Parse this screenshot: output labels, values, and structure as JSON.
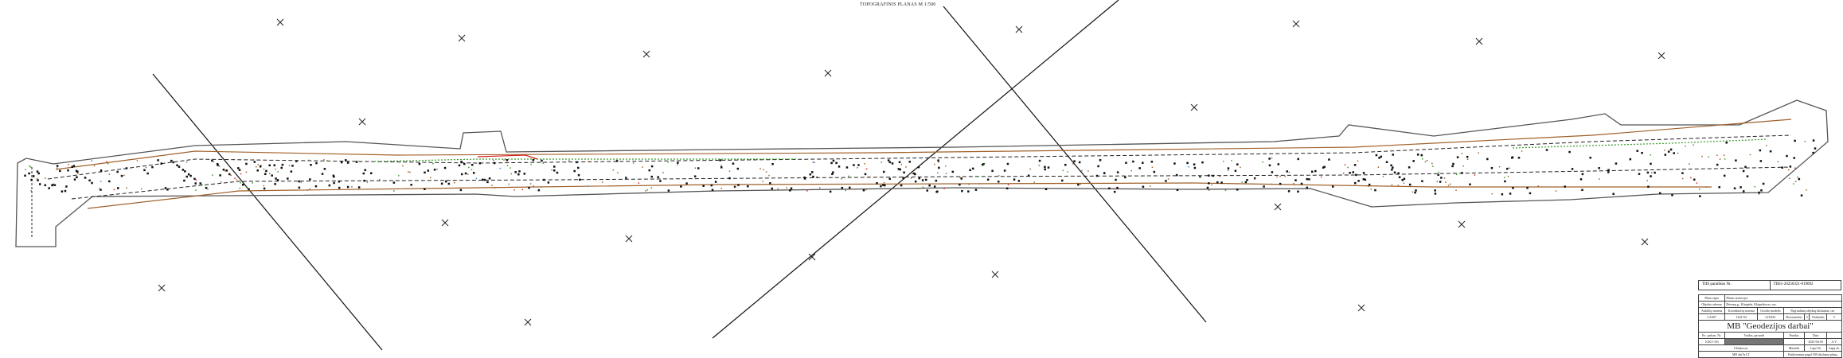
{
  "drawing": {
    "title": "TOPOGRAFINIS PLANAS M 1:500",
    "colors": {
      "outline": "#555555",
      "road": "#222222",
      "utility": "#a0602a",
      "green": "#3a9a2a",
      "red": "#d82020",
      "blue": "#2a8ad8"
    }
  },
  "title_block": {
    "tiis_label": "TIIS paraiškos Nr.",
    "tiis_value": "TIIS1-20250321-019092",
    "plan_type_label": "Plano tipas",
    "plan_type_value": "Planas teritorijos",
    "address_label": "Objekto adresas",
    "address_value": "Dėvenų g., Klaipėda, Klaipėdos m. sav.",
    "height_system_label": "Aukščių sistema",
    "coord_system_label": "Koordinačių sistema",
    "geoid_label": "Geoido modelis",
    "accuracy_label": "Pagrindinių objektų tikslumas, cm",
    "height_system_value": "LAS07",
    "coord_system_value": "LKS-94",
    "geoid_value": "LIT20G",
    "horizontal_label": "Horizontalus",
    "horizontal_value": "5",
    "vertical_label": "Vertikalus",
    "vertical_value": "5",
    "company": "MB \"Geodezijos darbai\"",
    "cert_label": "Kv. pažym. Nr.",
    "name_label": "Vardas, pavardė",
    "signature_label": "Parašas",
    "date_label": "Data",
    "cert_value": "1GKV-181",
    "date_value": "2025-04-03",
    "sheet_abbr": "A.V.",
    "client_label": "Užsakovas",
    "scale_label": "Mastelis",
    "sheet_no_label": "Lapo Nr.",
    "sheets_label": "Lapų sk.",
    "client_value": "MB 4m7n.LT",
    "footer_note": "Patikrinimas pagal 500 tikslumo planą"
  }
}
